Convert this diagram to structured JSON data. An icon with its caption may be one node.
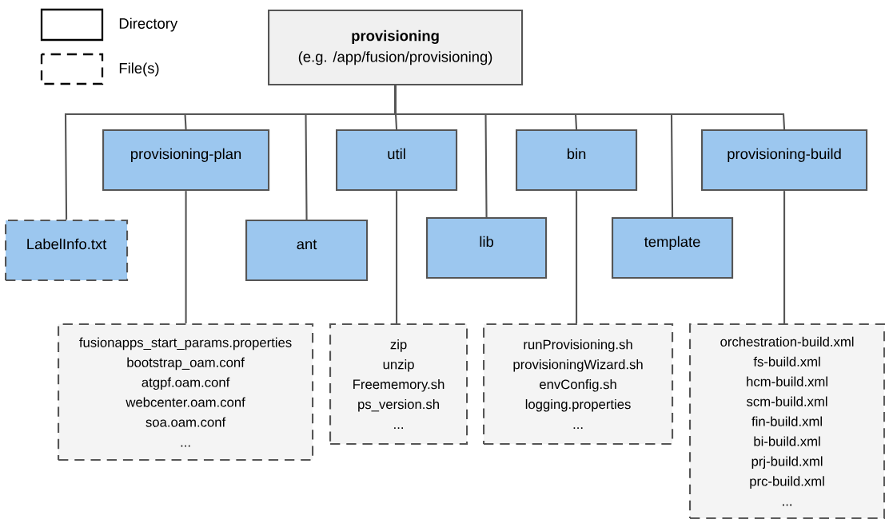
{
  "diagram": {
    "nodes": [
      {
        "text": [
          "provisioning",
          "(e.g. /app/fusion/provisioning)"
        ]
      },
      {
        "text": [
          "LabelInfo.txt"
        ]
      },
      {
        "text": [
          "provisioning-plan"
        ]
      },
      {
        "text": [
          "ant"
        ]
      },
      {
        "text": [
          "util"
        ]
      },
      {
        "text": [
          "lib"
        ]
      },
      {
        "text": [
          "bin"
        ]
      },
      {
        "text": [
          "template"
        ]
      },
      {
        "text": [
          "provisioning-build"
        ]
      },
      {
        "text": [
          "fusionapps_start_params.properties",
          "bootstrap_oam.conf",
          "atgpf.oam.conf",
          "webcenter.oam.conf",
          "soa.oam.conf",
          "..."
        ]
      },
      {
        "text": [
          "zip",
          "unzip",
          "Freememory.sh",
          "ps_version.sh",
          "..."
        ]
      },
      {
        "text": [
          "runProvisioning.sh",
          "provisioningWizard.sh",
          "envConfig.sh",
          "logging.properties",
          "..."
        ]
      },
      {
        "text": [
          "orchestration-build.xml",
          "fs-build.xml",
          "hcm-build.xml",
          "scm-build.xml",
          "fin-build.xml",
          "bi-build.xml",
          "prj-build.xml",
          "prc-build.xml",
          "..."
        ]
      }
    ],
    "edges": [
      {
        "from": 0,
        "to": 1,
        "arrow": "none"
      },
      {
        "from": 0,
        "to": 2,
        "arrow": "none"
      },
      {
        "from": 0,
        "to": 3,
        "arrow": "none"
      },
      {
        "from": 0,
        "to": 4,
        "arrow": "none"
      },
      {
        "from": 0,
        "to": 5,
        "arrow": "none"
      },
      {
        "from": 0,
        "to": 6,
        "arrow": "none"
      },
      {
        "from": 0,
        "to": 7,
        "arrow": "none"
      },
      {
        "from": 0,
        "to": 8,
        "arrow": "none"
      },
      {
        "from": 2,
        "to": 9,
        "arrow": "none"
      },
      {
        "from": 4,
        "to": 10,
        "arrow": "none"
      },
      {
        "from": 6,
        "to": 11,
        "arrow": "none"
      },
      {
        "from": 8,
        "to": 12,
        "arrow": "none"
      }
    ],
    "legend": [
      {
        "text": "Directory"
      },
      {
        "text": "File(s)"
      }
    ]
  }
}
